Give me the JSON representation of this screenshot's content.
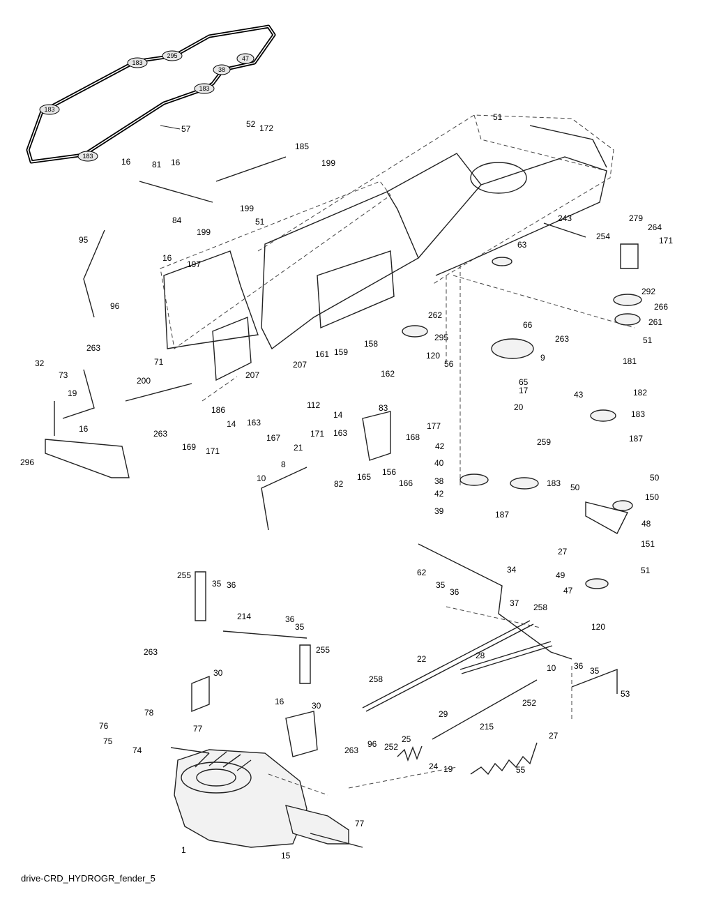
{
  "caption": "drive-CRD_HYDROGR_fender_5",
  "belt": {
    "part_number": "57",
    "pulleys": [
      "183",
      "295",
      "47",
      "38",
      "183",
      "183",
      "183"
    ]
  },
  "callouts": [
    "51",
    "52",
    "172",
    "185",
    "199",
    "16",
    "81",
    "16",
    "199",
    "84",
    "199",
    "51",
    "16",
    "197",
    "95",
    "96",
    "63",
    "243",
    "254",
    "279",
    "264",
    "171",
    "292",
    "266",
    "261",
    "51",
    "262",
    "66",
    "295",
    "120",
    "56",
    "9",
    "263",
    "181",
    "65",
    "17",
    "20",
    "182",
    "43",
    "183",
    "187",
    "263",
    "32",
    "73",
    "71",
    "200",
    "19",
    "16",
    "296",
    "263",
    "207",
    "161",
    "159",
    "158",
    "162",
    "207",
    "186",
    "14",
    "163",
    "112",
    "14",
    "83",
    "163",
    "167",
    "171",
    "169",
    "171",
    "21",
    "8",
    "82",
    "165",
    "168",
    "156",
    "166",
    "10",
    "177",
    "42",
    "40",
    "38",
    "42",
    "39",
    "259",
    "183",
    "187",
    "50",
    "50",
    "150",
    "48",
    "27",
    "151",
    "49",
    "51",
    "47",
    "120",
    "62",
    "35",
    "36",
    "34",
    "37",
    "258",
    "255",
    "35",
    "36",
    "214",
    "36",
    "35",
    "255",
    "263",
    "30",
    "16",
    "30",
    "263",
    "78",
    "77",
    "76",
    "75",
    "74",
    "1",
    "77",
    "15",
    "22",
    "28",
    "258",
    "10",
    "252",
    "29",
    "215",
    "36",
    "35",
    "53",
    "27",
    "96",
    "252",
    "25",
    "24",
    "19",
    "55"
  ]
}
